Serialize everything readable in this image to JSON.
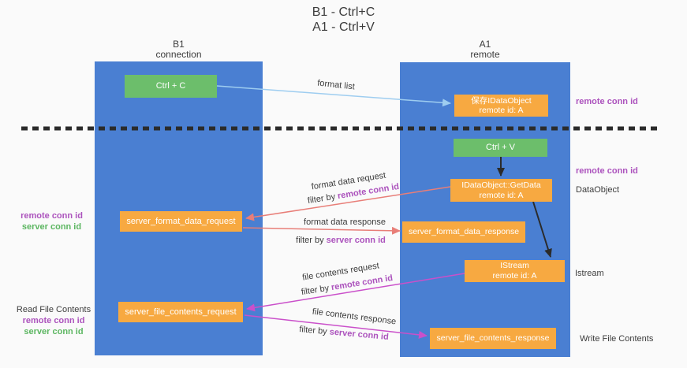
{
  "title": {
    "line1": "B1 - Ctrl+C",
    "line2": "A1 - Ctrl+V"
  },
  "lifelines": {
    "left": {
      "name": "B1",
      "role": "connection"
    },
    "right": {
      "name": "A1",
      "role": "remote"
    }
  },
  "terms": {
    "filter_by": "filter by",
    "remote_conn_id": "remote conn id",
    "server_conn_id": "server conn id",
    "remote_id": "remote id: A"
  },
  "boxes": {
    "ctrl_c": "Ctrl + C",
    "ctrl_v": "Ctrl + V",
    "save_dataobject": {
      "line1": "保存IDataObject"
    },
    "getdata": {
      "line1": "IDataObject::GetData"
    },
    "istream": {
      "line1": "IStream"
    },
    "format_request": "server_format_data_request",
    "format_response": "server_format_data_response",
    "file_request": "server_file_contents_request",
    "file_response": "server_file_contents_response"
  },
  "flows": {
    "format_list": "format list",
    "format_data_request": "format data request",
    "format_data_response": "format data response",
    "file_contents_request": "file contents request",
    "file_contents_response": "file contents response"
  },
  "annotations": {
    "dataobject": "DataObject",
    "istream": "Istream",
    "read_file": "Read File Contents",
    "write_file": "Write File Contents"
  },
  "colors": {
    "lifeline_blue": "#4a7fd2",
    "box_orange": "#f7a941",
    "box_green": "#6cbe6b",
    "arrow_light_blue": "#9ecdf0",
    "arrow_red": "#e87e78",
    "arrow_magenta": "#ca50ca",
    "arrow_black": "#2b2b2b",
    "text_purple": "#ac53bd",
    "text_green": "#5cb661"
  }
}
